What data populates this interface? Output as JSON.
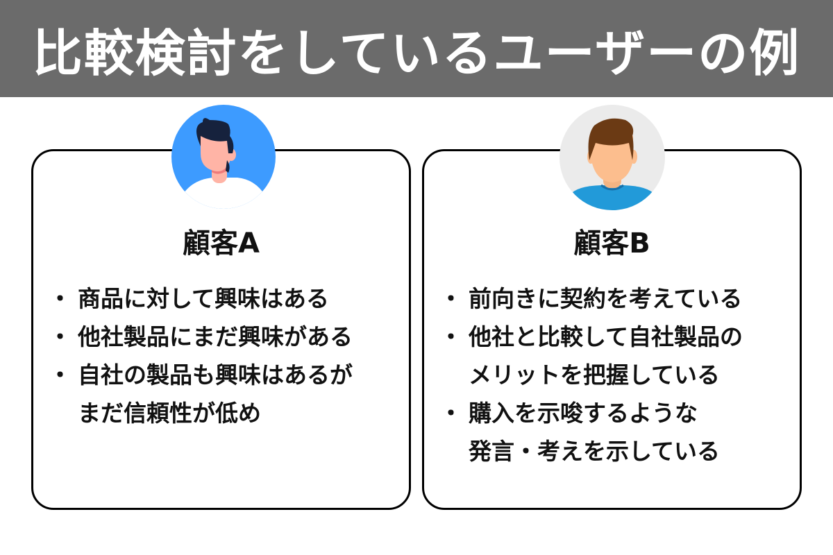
{
  "title": "比較検討をしているユーザーの例",
  "customers": [
    {
      "name": "顧客A",
      "avatar": "male-avatar-dark-hair-icon",
      "bg": "#3d9bff",
      "points": [
        [
          "商品に対して興味はある"
        ],
        [
          "他社製品にまだ興味がある"
        ],
        [
          "自社の製品も興味はあるが",
          "まだ信頼性が低め"
        ]
      ]
    },
    {
      "name": "顧客B",
      "avatar": "male-avatar-brown-hair-icon",
      "bg": "#ebebeb",
      "points": [
        [
          "前向きに契約を考えている"
        ],
        [
          "他社と比較して自社製品の",
          "メリットを把握している"
        ],
        [
          "購入を示唆するような",
          "発言・考えを示している"
        ]
      ]
    }
  ]
}
